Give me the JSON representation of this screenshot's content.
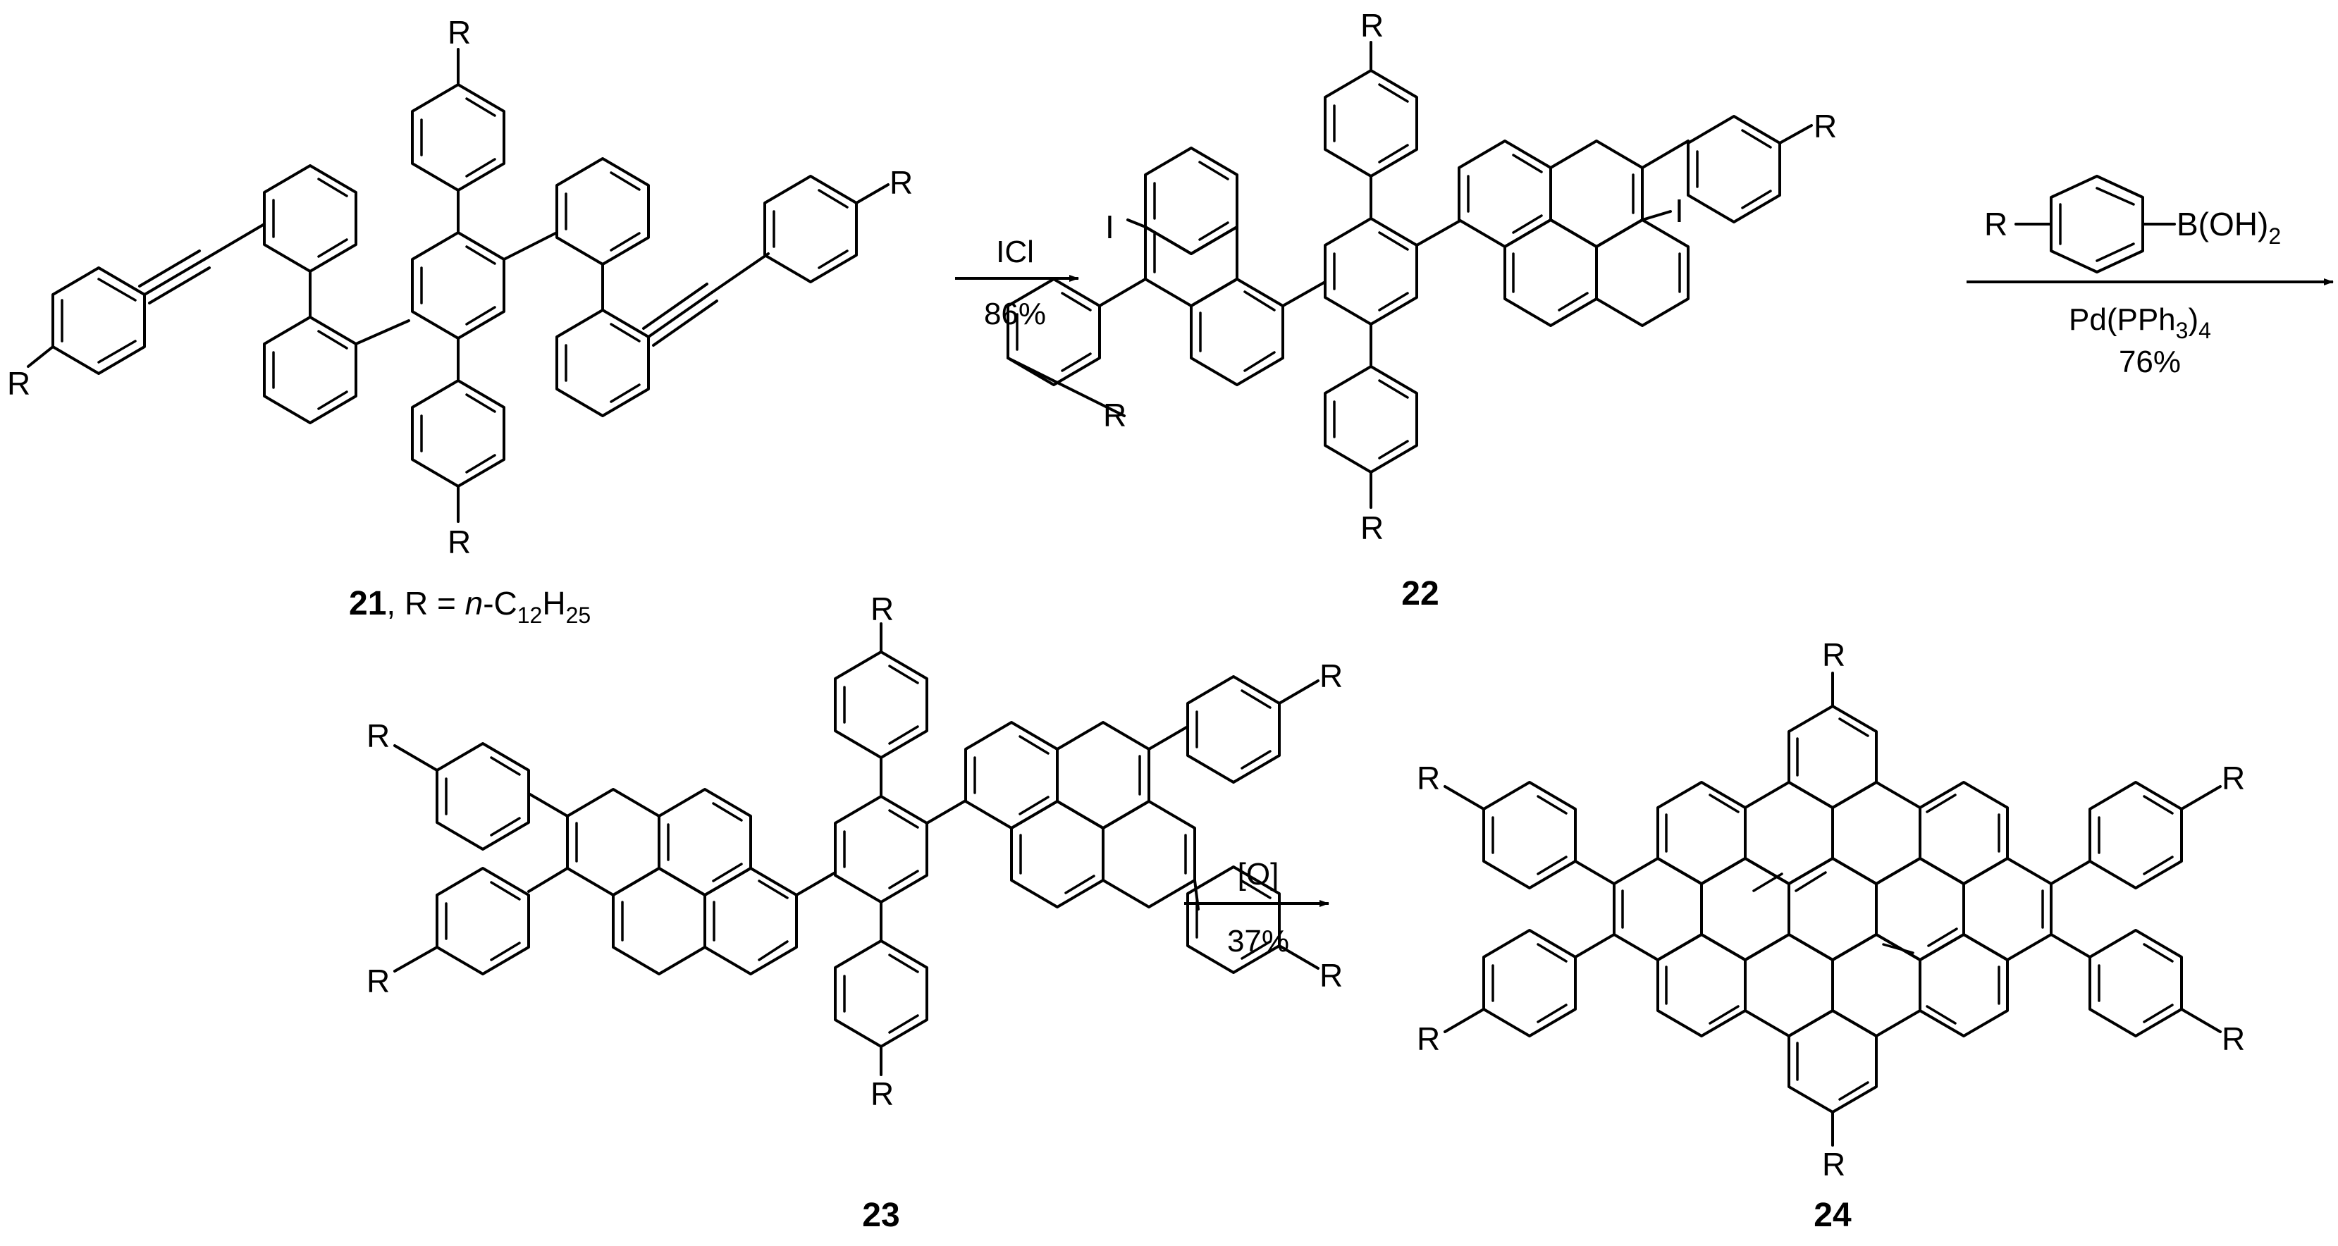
{
  "compounds": {
    "c21": {
      "number": "21",
      "rest": ", R = ",
      "n": "n",
      "formula_c": "-C",
      "c_sub": "12",
      "h": "H",
      "h_sub": "25"
    },
    "c22": {
      "number": "22"
    },
    "c23": {
      "number": "23"
    },
    "c24": {
      "number": "24"
    }
  },
  "substituent": "R",
  "iodo": "I",
  "reactions": {
    "step1": {
      "reagent": "ICl",
      "yield": "86%"
    },
    "step2": {
      "boronic_r": "R",
      "boronic_b": "B(OH)",
      "boronic_sub": "2",
      "catalyst_a": "Pd(PPh",
      "catalyst_sub1": "3",
      "catalyst_b": ")",
      "catalyst_sub2": "4",
      "yield": "76%"
    },
    "step3": {
      "reagent": "[O]",
      "yield": "37%"
    }
  }
}
